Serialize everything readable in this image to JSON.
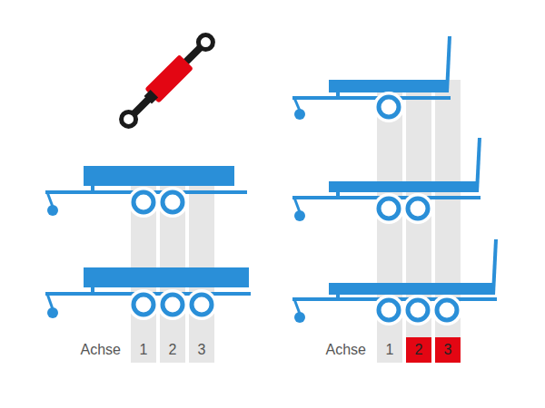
{
  "diagram": {
    "nodes": [
      {
        "text": [
          "1"
        ]
      },
      {
        "text": [
          "2"
        ]
      },
      {
        "text": [
          "3"
        ]
      },
      {
        "text": [
          "1"
        ]
      },
      {
        "text": [
          "2"
        ]
      },
      {
        "text": [
          "3"
        ]
      }
    ],
    "labels": [
      "Achse",
      "Achse"
    ]
  }
}
